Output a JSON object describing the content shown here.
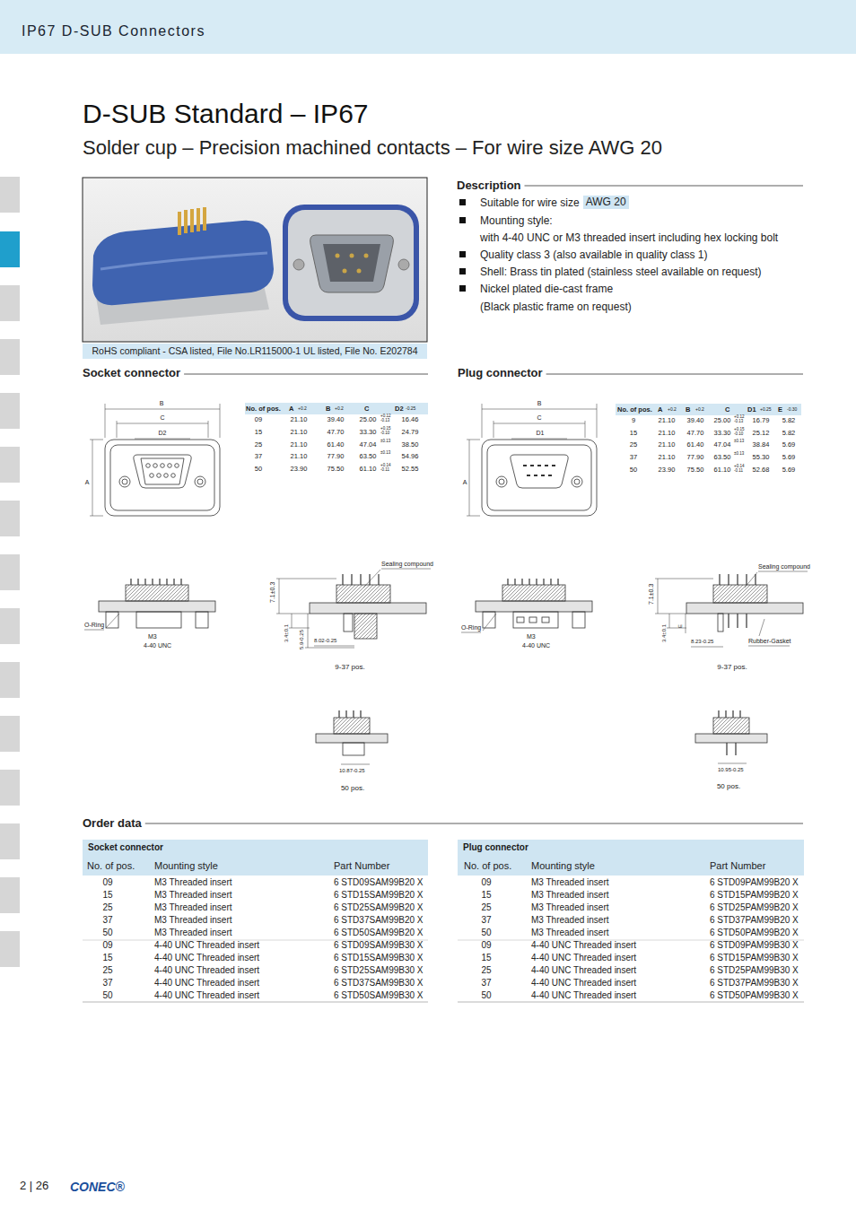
{
  "diagram": {
    "title": "D-SUB Standard – IP67",
    "nodes": [
      {
        "text": [
          "IP67 D-SUB Connectors"
        ]
      },
      {
        "text": [
          "AWG 20"
        ]
      },
      {
        "text": [
          "RoHS compliant - CSA listed, File No.LR115000-1 UL listed, File No. E202784"
        ]
      },
      {
        "text": [
          "Socket connector"
        ]
      },
      {
        "text": [
          "Plug connector"
        ]
      }
    ],
    "labels": [
      "Solder cup – Precision machined contacts – For wire size AWG 20",
      "Description",
      "Suitable for wire size",
      "Mounting style:",
      "with 4-40 UNC or M3 threaded insert including hex locking bolt",
      "Quality class 3 (also available in quality class 1)",
      "Shell: Brass tin plated (stainless steel available on request)",
      "Nickel plated die-cast frame",
      "(Black plastic frame on request)",
      "Socket connector",
      "Plug connector",
      "No. of pos.",
      "A",
      "B",
      "C",
      "D2",
      "+0.2",
      "+0.2",
      "-0.25",
      "09",
      "21.10",
      "39.40",
      "25.00",
      "16.46",
      "+0.12 -0.13",
      "15",
      "21.10",
      "47.70",
      "33.30",
      "24.79",
      "+0.15 -0.10",
      "25",
      "21.10",
      "61.40",
      "47.04",
      "38.50",
      "±0.13",
      "37",
      "21.10",
      "77.90",
      "63.50",
      "54.96",
      "±0.13",
      "50",
      "23.90",
      "75.50",
      "61.10",
      "52.55",
      "+0.14 -0.11",
      "No. of pos.",
      "A",
      "B",
      "C",
      "D1",
      "E",
      "+0.2",
      "+0.2",
      "+0.25",
      "-0.30",
      "9",
      "21.10",
      "39.40",
      "25.00",
      "16.79",
      "5.82",
      "+0.12 -0.13",
      "15",
      "21.10",
      "47.70",
      "33.30",
      "25.12",
      "5.82",
      "+0.15 -0.10",
      "25",
      "21.10",
      "61.40",
      "47.04",
      "38.84",
      "5.69",
      "±0.13",
      "37",
      "21.10",
      "77.90",
      "63.50",
      "55.30",
      "5.69",
      "±0.13",
      "50",
      "23.90",
      "75.50",
      "61.10",
      "52.68",
      "5.69",
      "+0.14 -0.11",
      "B",
      "C",
      "D2",
      "A",
      "B",
      "C",
      "D1",
      "A",
      "O-Ring",
      "M3",
      "4-40 UNC",
      "Sealing compound",
      "7.1±0.3",
      "3.4±0.1",
      "5.9-0.25",
      "8.02-0.25",
      "9-37 pos.",
      "10.87-0.25",
      "50 pos.",
      "O-Ring",
      "M3",
      "4-40 UNC",
      "Sealing compound",
      "7.1±0.3",
      "3.4±0.1",
      "E",
      "8.23-0.25",
      "Rubber-Gasket",
      "9-37 pos.",
      "10.95-0.25",
      "50 pos.",
      "Order data",
      "No. of pos.",
      "Mounting style",
      "Part Number",
      "09",
      "M3 Threaded insert",
      "6 STD09SAM99B20 X",
      "15",
      "M3 Threaded insert",
      "6 STD15SAM99B20 X",
      "25",
      "M3 Threaded insert",
      "6 STD25SAM99B20 X",
      "37",
      "M3 Threaded insert",
      "6 STD37SAM99B20 X",
      "50",
      "M3 Threaded insert",
      "6 STD50SAM99B20 X",
      "09",
      "4-40 UNC Threaded insert",
      "6 STD09SAM99B30 X",
      "15",
      "4-40 UNC Threaded insert",
      "6 STD15SAM99B30 X",
      "25",
      "4-40 UNC Threaded insert",
      "6 STD25SAM99B30 X",
      "37",
      "4-40 UNC Threaded insert",
      "6 STD37SAM99B30 X",
      "50",
      "4-40 UNC Threaded insert",
      "6 STD50SAM99B30 X",
      "No. of pos.",
      "Mounting style",
      "Part Number",
      "09",
      "M3 Threaded insert",
      "6 STD09PAM99B20 X",
      "15",
      "M3 Threaded insert",
      "6 STD15PAM99B20 X",
      "25",
      "M3 Threaded insert",
      "6 STD25PAM99B20 X",
      "37",
      "M3 Threaded insert",
      "6 STD37PAM99B20 X",
      "50",
      "M3 Threaded insert",
      "6 STD50PAM99B20 X",
      "09",
      "4-40 UNC Threaded insert",
      "6 STD09PAM99B30 X",
      "15",
      "4-40 UNC Threaded insert",
      "6 STD15PAM99B30 X",
      "25",
      "4-40 UNC Threaded insert",
      "6 STD25PAM99B30 X",
      "37",
      "4-40 UNC Threaded insert",
      "6 STD37PAM99B30 X",
      "50",
      "4-40 UNC Threaded insert",
      "6 STD50PAM99B30 X",
      "2 | 26",
      "CONEC®"
    ]
  }
}
